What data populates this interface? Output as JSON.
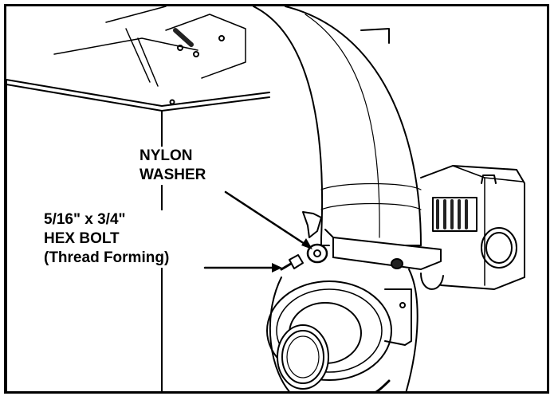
{
  "callouts": {
    "washer": {
      "line1": "NYLON",
      "line2": "WASHER"
    },
    "bolt": {
      "line1": "5/16\" x 3/4\"",
      "line2": "HEX BOLT",
      "line3": "(Thread Forming)"
    }
  },
  "colors": {
    "ink": "#000000",
    "dark_fill": "#222222",
    "paper": "#ffffff"
  }
}
